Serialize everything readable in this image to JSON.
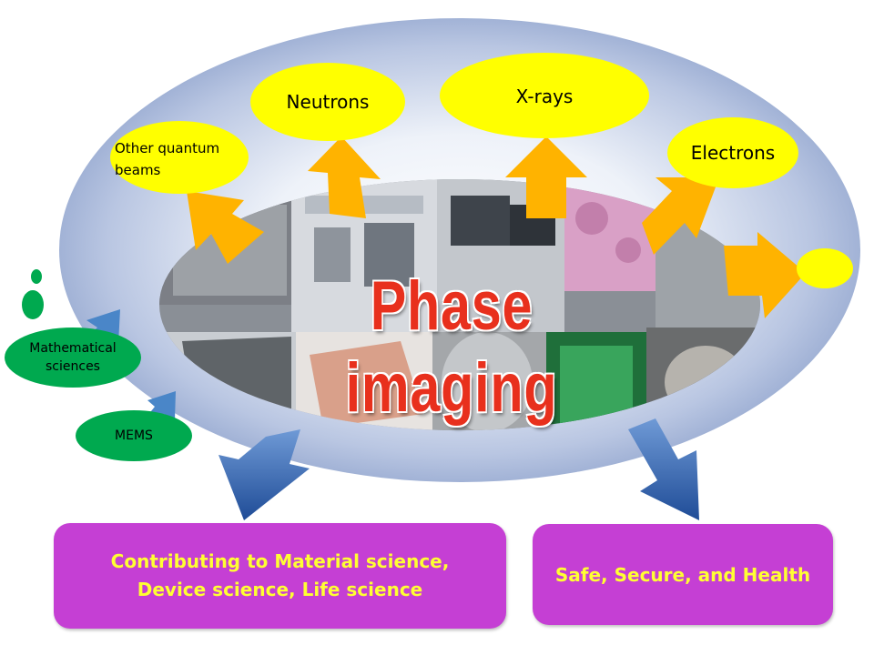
{
  "diagram": {
    "title": "Phase imaging",
    "beams": {
      "neutrons": "Neutrons",
      "xrays": "X-rays",
      "electrons": "Electrons",
      "other_line1": "Other quantum",
      "other_line2": "beams"
    },
    "inputs": {
      "math_line1": "Mathematical",
      "math_line2": "sciences",
      "mems": "MEMS"
    },
    "outcomes": {
      "science_line1": "Contributing to Material science,",
      "science_line2": "Device science, Life science",
      "safety": "Safe, Secure, and Health"
    }
  },
  "colors": {
    "beam_ellipse": "#ffff00",
    "input_ellipse": "#00a94f",
    "outcome_box": "#c53fd4",
    "outcome_text": "#ffff33",
    "title_text": "#e8301d",
    "beam_arrow": "#ffb300",
    "input_arrow": "#4a86c8",
    "outcome_arrow": "#2e5fa8"
  }
}
